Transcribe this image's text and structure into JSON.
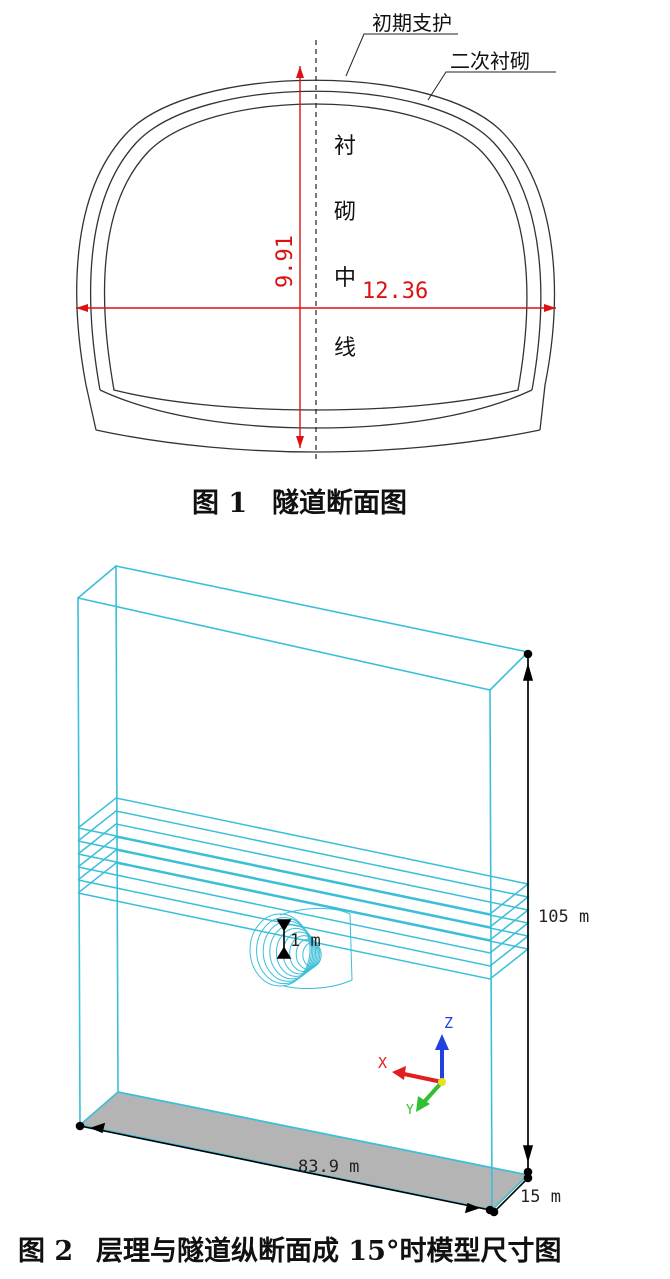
{
  "figure1": {
    "label_initial_support": "初期支护",
    "label_secondary_lining": "二次衬砌",
    "centerline_chars": [
      "衬",
      "砌",
      "中",
      "线"
    ],
    "dim_height": "9.91",
    "dim_width": "12.36",
    "caption_num": "图 1",
    "caption_text": "隧道断面图"
  },
  "figure2": {
    "dim_height": "105 m",
    "dim_tunnel": "1 m",
    "dim_length": "83.9 m",
    "dim_depth": "15 m",
    "axis_x": "X",
    "axis_y": "Y",
    "axis_z": "Z",
    "caption_num": "图 2",
    "caption_text": "层理与隧道纵断面成 15°时模型尺寸图"
  },
  "colors": {
    "model_edge": "#3bbfd8",
    "dimension_red": "#d11111",
    "axis_x": "#e02020",
    "axis_y": "#30c030",
    "axis_z": "#2040e0",
    "base_fill": "#b4b4b4"
  }
}
